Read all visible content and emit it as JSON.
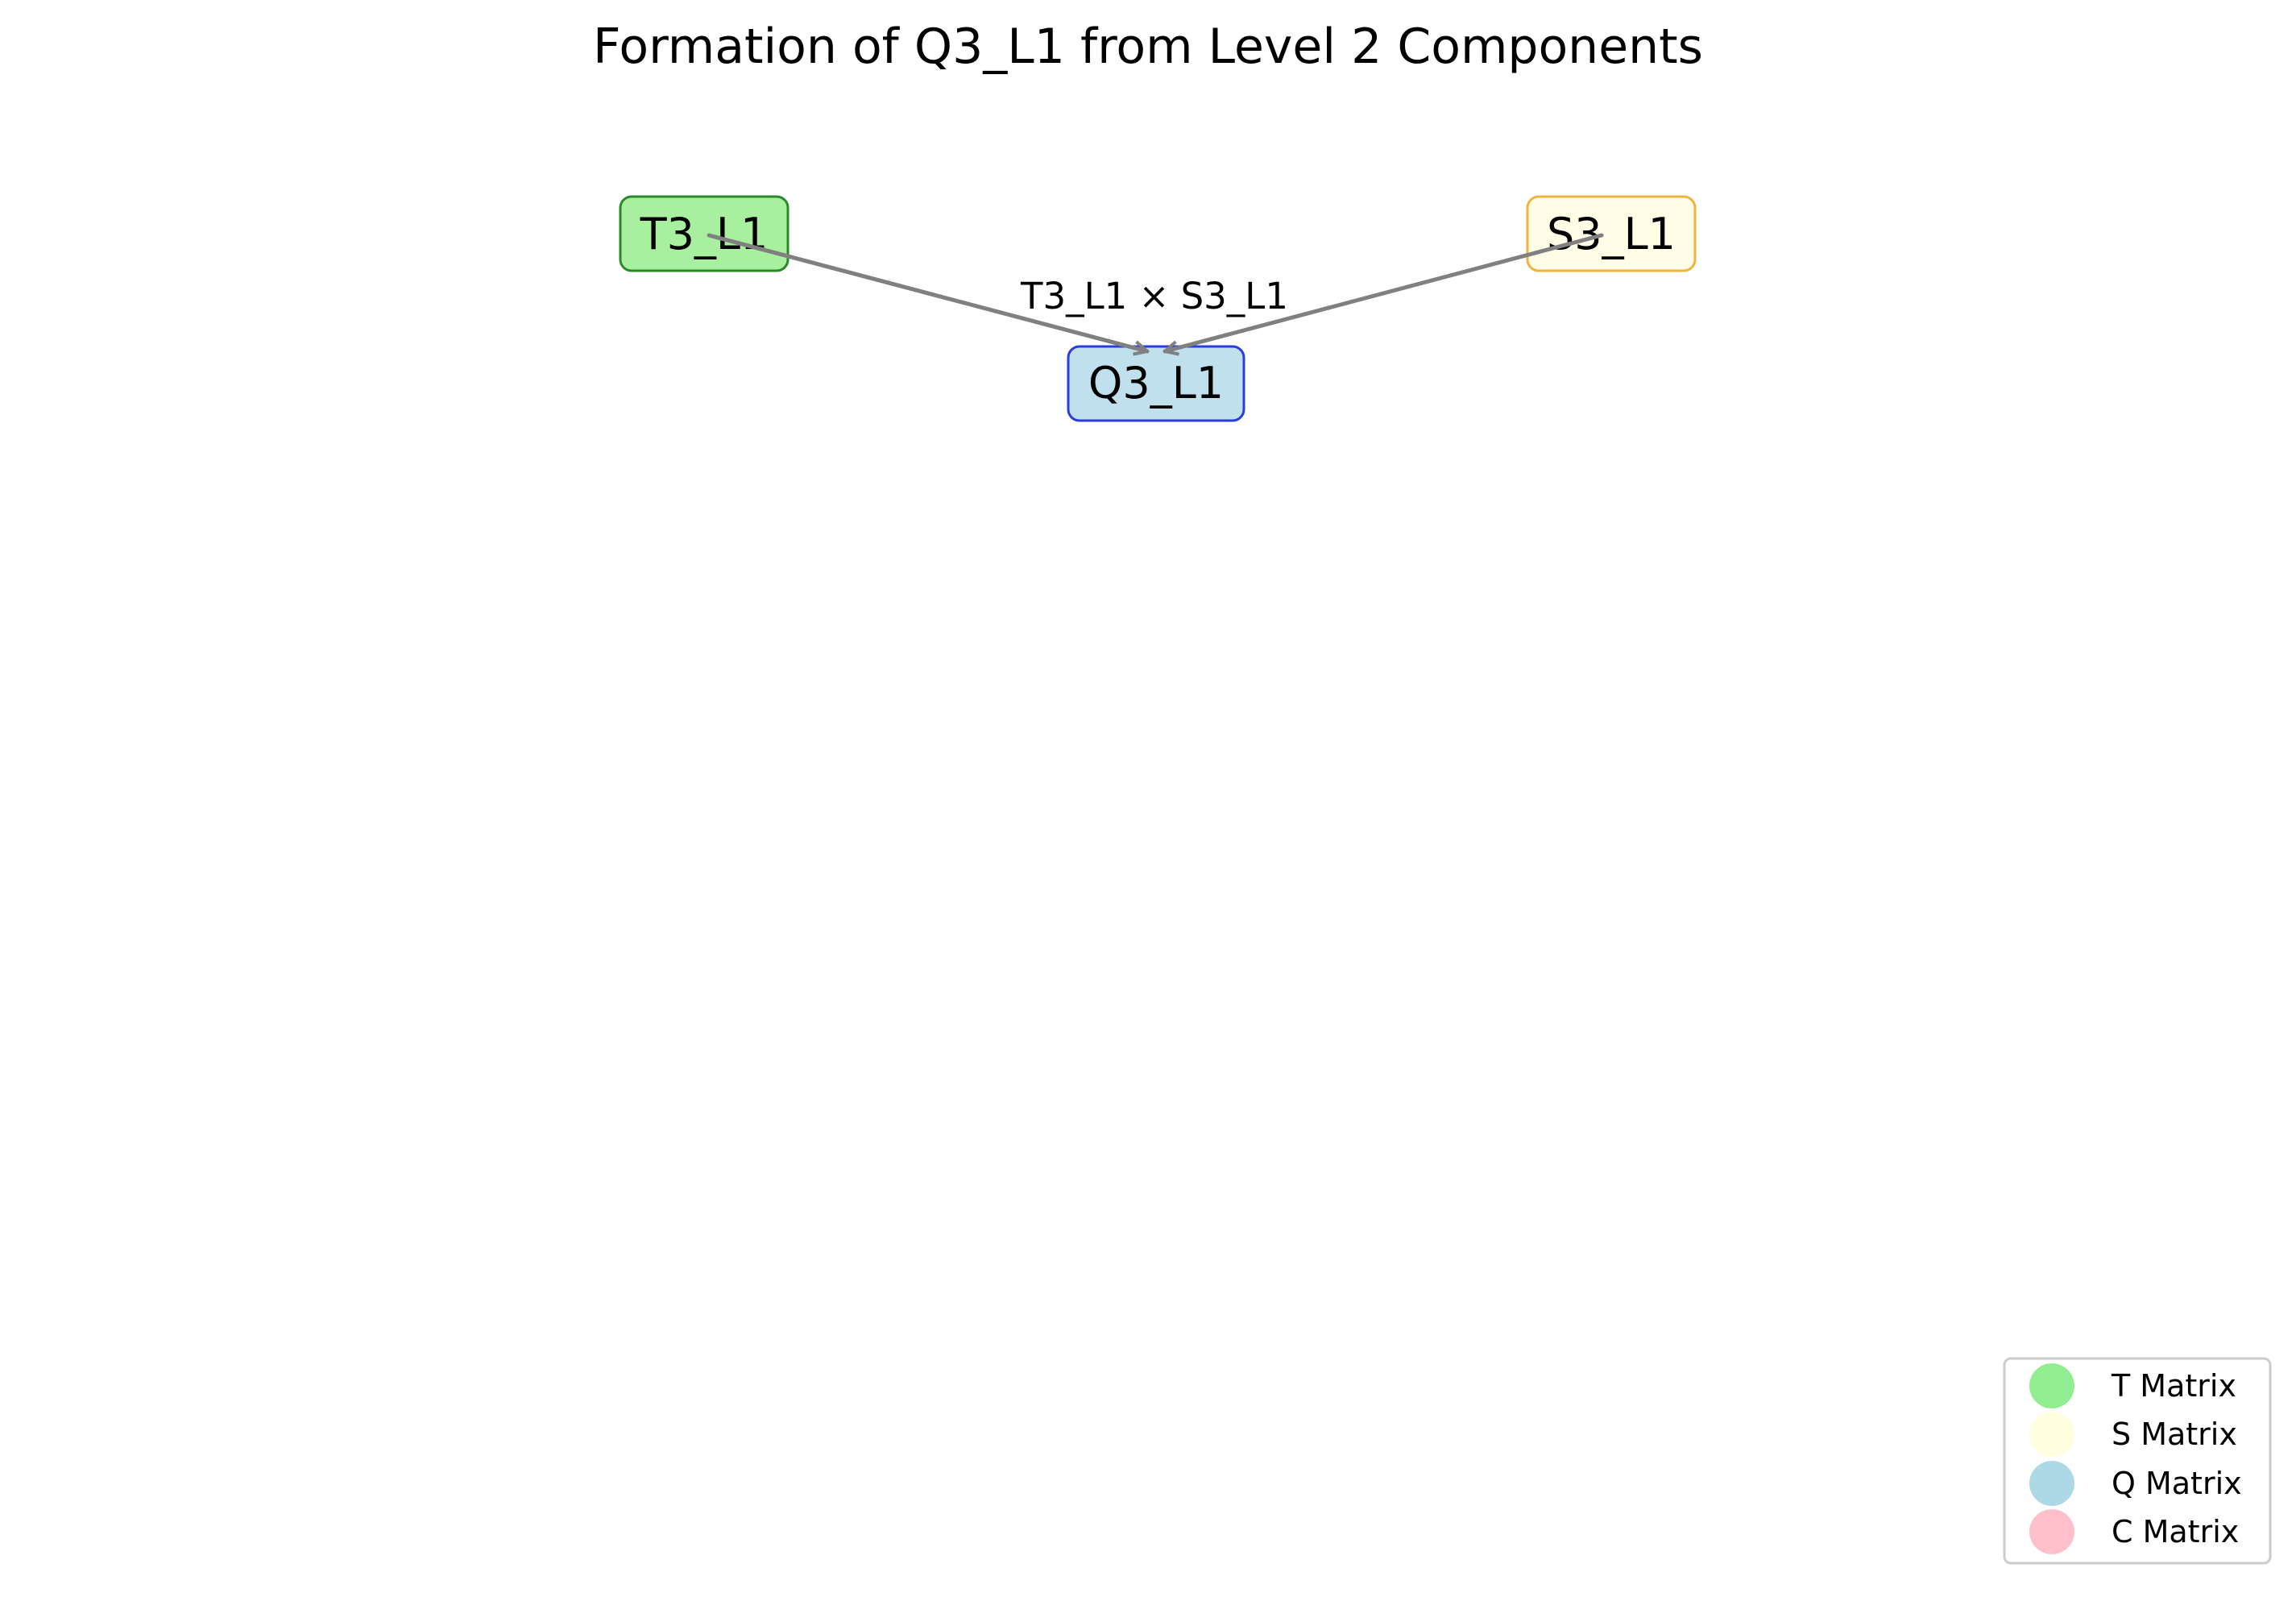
{
  "title": "Formation of Q3_L1 from Level 2 Components",
  "nodes": {
    "t3": {
      "label": "T3_L1",
      "fill": "#a8f0a0",
      "stroke": "#2a8a2a"
    },
    "s3": {
      "label": "S3_L1",
      "fill": "#fffde6",
      "stroke": "#f0b43c"
    },
    "q3": {
      "label": "Q3_L1",
      "fill": "#bfe0ec",
      "stroke": "#2a3cdc"
    }
  },
  "edges": [
    {
      "from": "T3_L1",
      "to": "Q3_L1"
    },
    {
      "from": "S3_L1",
      "to": "Q3_L1"
    }
  ],
  "edge_label": "T3_L1 × S3_L1",
  "edge_color": "#808080",
  "legend": {
    "items": [
      {
        "label": "T Matrix",
        "color": "#90ee90"
      },
      {
        "label": "S Matrix",
        "color": "#ffffe0"
      },
      {
        "label": "Q Matrix",
        "color": "#add8e6"
      },
      {
        "label": "C Matrix",
        "color": "#ffc0cb"
      }
    ]
  }
}
